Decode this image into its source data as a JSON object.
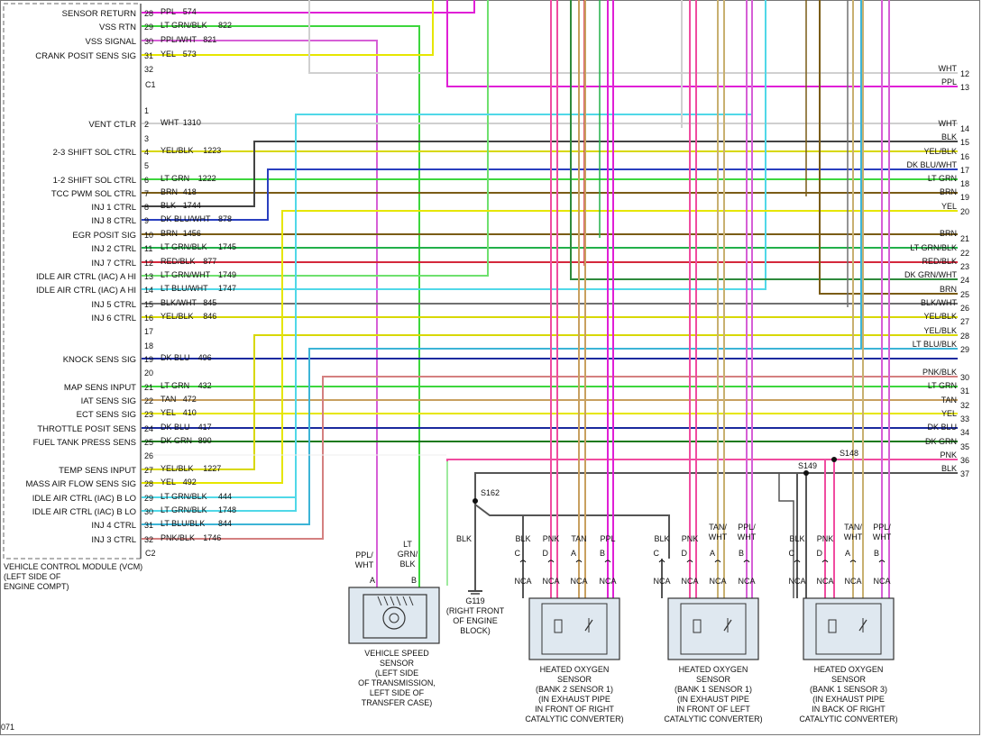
{
  "colors": {
    "PPL": "#e01fd6",
    "LT GRN": "#3dd63d",
    "PPL/WHT": "#d65fd6",
    "YEL": "#e6e600",
    "WHT": "#c8c8c8",
    "YEL/BLK": "#d8d800",
    "BLK": "#404040",
    "BRN": "#7a5c16",
    "DK BLU/WHT": "#2a3fbf",
    "BRN2": "#8a6a1a",
    "LT GRN/BLK": "#22b04a",
    "RED/BLK": "#d4283c",
    "LT GRN/WHT": "#6ee06e",
    "LT BLU/WHT": "#50d8e8",
    "BLK/WHT": "#707070",
    "DK BLU": "#1a2a9e",
    "TAN": "#c8a060",
    "DK GRN": "#1a7a1a",
    "LT BLU/BLK": "#3cb4d6",
    "PNK/BLK": "#d48080",
    "PNK": "#f04ca0",
    "DK GRN/WHT": "#2e8a3c",
    "TAN/WHT": "#c8b070"
  },
  "vcm": {
    "label_lines": [
      "VEHICLE CONTROL MODULE (VCM)",
      "(LEFT SIDE OF",
      "ENGINE COMPT)"
    ],
    "connector_c1": "C1",
    "connector_c2": "C2"
  },
  "c1_pins": [
    {
      "pin": "28",
      "name": "SENSOR RETURN",
      "color": "PPL",
      "circuit": "574"
    },
    {
      "pin": "29",
      "name": "VSS RTN",
      "color": "LT GRN/BLK",
      "circuit": "822"
    },
    {
      "pin": "30",
      "name": "VSS SIGNAL",
      "color": "PPL/WHT",
      "circuit": "821"
    },
    {
      "pin": "31",
      "name": "CRANK POSIT SENS SIG",
      "color": "YEL",
      "circuit": "573"
    },
    {
      "pin": "32",
      "name": "",
      "color": "",
      "circuit": ""
    }
  ],
  "c2_pins": [
    {
      "pin": "1",
      "name": "",
      "color": "",
      "circuit": ""
    },
    {
      "pin": "2",
      "name": "VENT CTLR",
      "color": "WHT",
      "circuit": "1310"
    },
    {
      "pin": "3",
      "name": "",
      "color": "",
      "circuit": ""
    },
    {
      "pin": "4",
      "name": "2-3 SHIFT SOL CTRL",
      "color": "YEL/BLK",
      "circuit": "1223"
    },
    {
      "pin": "5",
      "name": "",
      "color": "",
      "circuit": ""
    },
    {
      "pin": "6",
      "name": "1-2 SHIFT SOL CTRL",
      "color": "LT GRN",
      "circuit": "1222"
    },
    {
      "pin": "7",
      "name": "TCC PWM SOL CTRL",
      "color": "BRN",
      "circuit": "418"
    },
    {
      "pin": "8",
      "name": "INJ 1 CTRL",
      "color": "BLK",
      "circuit": "1744"
    },
    {
      "pin": "9",
      "name": "INJ 8 CTRL",
      "color": "DK BLU/WHT",
      "circuit": "878"
    },
    {
      "pin": "10",
      "name": "EGR POSIT SIG",
      "color": "BRN",
      "circuit": "1456"
    },
    {
      "pin": "11",
      "name": "INJ 2 CTRL",
      "color": "LT GRN/BLK",
      "circuit": "1745"
    },
    {
      "pin": "12",
      "name": "INJ 7 CTRL",
      "color": "RED/BLK",
      "circuit": "877"
    },
    {
      "pin": "13",
      "name": "IDLE AIR CTRL (IAC) A HI",
      "color": "LT GRN/WHT",
      "circuit": "1749"
    },
    {
      "pin": "14",
      "name": "IDLE AIR CTRL (IAC) A HI",
      "color": "LT BLU/WHT",
      "circuit": "1747"
    },
    {
      "pin": "15",
      "name": "INJ 5 CTRL",
      "color": "BLK/WHT",
      "circuit": "845"
    },
    {
      "pin": "16",
      "name": "INJ 6 CTRL",
      "color": "YEL/BLK",
      "circuit": "846"
    },
    {
      "pin": "17",
      "name": "",
      "color": "",
      "circuit": ""
    },
    {
      "pin": "18",
      "name": "",
      "color": "",
      "circuit": ""
    },
    {
      "pin": "19",
      "name": "KNOCK SENS SIG",
      "color": "DK BLU",
      "circuit": "496"
    },
    {
      "pin": "20",
      "name": "",
      "color": "",
      "circuit": ""
    },
    {
      "pin": "21",
      "name": "MAP SENS INPUT",
      "color": "LT GRN",
      "circuit": "432"
    },
    {
      "pin": "22",
      "name": "IAT SENS SIG",
      "color": "TAN",
      "circuit": "472"
    },
    {
      "pin": "23",
      "name": "ECT SENS SIG",
      "color": "YEL",
      "circuit": "410"
    },
    {
      "pin": "24",
      "name": "THROTTLE POSIT SENS",
      "color": "DK BLU",
      "circuit": "417"
    },
    {
      "pin": "25",
      "name": "FUEL TANK PRESS SENS",
      "color": "DK GRN",
      "circuit": "890"
    },
    {
      "pin": "26",
      "name": "",
      "color": "",
      "circuit": ""
    },
    {
      "pin": "27",
      "name": "TEMP SENS INPUT",
      "color": "YEL/BLK",
      "circuit": "1227"
    },
    {
      "pin": "28",
      "name": "MASS AIR FLOW SENS SIG",
      "color": "YEL",
      "circuit": "492"
    },
    {
      "pin": "29",
      "name": "IDLE AIR CTRL (IAC) B LO",
      "color": "LT GRN/BLK",
      "circuit": "444"
    },
    {
      "pin": "30",
      "name": "IDLE AIR CTRL (IAC) B LO",
      "color": "LT GRN/BLK",
      "circuit": "1748"
    },
    {
      "pin": "31",
      "name": "INJ 4 CTRL",
      "color": "LT BLU/BLK",
      "circuit": "844"
    },
    {
      "pin": "32",
      "name": "INJ 3 CTRL",
      "color": "PNK/BLK",
      "circuit": "1746"
    }
  ],
  "right_wires": [
    {
      "num": "12",
      "label": "WHT"
    },
    {
      "num": "13",
      "label": "PPL"
    },
    {
      "num": "14",
      "label": "WHT"
    },
    {
      "num": "15",
      "label": "BLK"
    },
    {
      "num": "16",
      "label": "YEL/BLK"
    },
    {
      "num": "17",
      "label": "DK BLU/WHT"
    },
    {
      "num": "18",
      "label": "LT GRN"
    },
    {
      "num": "19",
      "label": "BRN"
    },
    {
      "num": "20",
      "label": "YEL"
    },
    {
      "num": "21",
      "label": "BRN"
    },
    {
      "num": "22",
      "label": "LT GRN/BLK"
    },
    {
      "num": "23",
      "label": "RED/BLK"
    },
    {
      "num": "24",
      "label": "DK GRN/WHT"
    },
    {
      "num": "25",
      "label": "BRN"
    },
    {
      "num": "26",
      "label": "BLK/WHT"
    },
    {
      "num": "27",
      "label": "YEL/BLK"
    },
    {
      "num": "28",
      "label": "YEL/BLK"
    },
    {
      "num": "29",
      "label": "LT BLU/BLK"
    },
    {
      "num": "30",
      "label": "PNK/BLK"
    },
    {
      "num": "31",
      "label": "LT GRN"
    },
    {
      "num": "32",
      "label": "TAN"
    },
    {
      "num": "33",
      "label": "YEL"
    },
    {
      "num": "34",
      "label": "DK BLU"
    },
    {
      "num": "35",
      "label": "DK GRN"
    },
    {
      "num": "36",
      "label": "PNK"
    },
    {
      "num": "37",
      "label": "BLK"
    }
  ],
  "vss": {
    "wire_a_lines": [
      "PPL/",
      "WHT"
    ],
    "wire_b_lines": [
      "LT",
      "GRN/",
      "BLK"
    ],
    "pin_a": "A",
    "pin_b": "B",
    "label_lines": [
      "VEHICLE SPEED",
      "SENSOR",
      "(LEFT SIDE",
      "OF TRANSMISSION,",
      "LEFT SIDE OF",
      "TRANSFER CASE)"
    ]
  },
  "ground": {
    "splice": "S162",
    "wire": "BLK",
    "label_lines": [
      "G119",
      "(RIGHT FRONT",
      "OF ENGINE",
      "BLOCK)"
    ]
  },
  "splices": {
    "s149": "S149",
    "s148": "S148"
  },
  "o2_sensors": [
    {
      "wires": [
        [
          "BLK"
        ],
        [
          "PNK"
        ],
        [
          "TAN"
        ],
        [
          "PPL"
        ]
      ],
      "pins": [
        "C",
        "D",
        "A",
        "B"
      ],
      "nca": [
        "NCA",
        "NCA",
        "NCA",
        "NCA"
      ],
      "label_lines": [
        "HEATED OXYGEN",
        "SENSOR",
        "(BANK 2 SENSOR 1)",
        "(IN EXHAUST PIPE",
        "IN FRONT OF RIGHT",
        "CATALYTIC CONVERTER)"
      ]
    },
    {
      "wires": [
        [
          "BLK"
        ],
        [
          "PNK"
        ],
        [
          "TAN/",
          "WHT"
        ],
        [
          "PPL/",
          "WHT"
        ]
      ],
      "pins": [
        "C",
        "D",
        "A",
        "B"
      ],
      "nca": [
        "NCA",
        "NCA",
        "NCA",
        "NCA"
      ],
      "label_lines": [
        "HEATED OXYGEN",
        "SENSOR",
        "(BANK 1 SENSOR 1)",
        "(IN EXHAUST PIPE",
        "IN FRONT OF LEFT",
        "CATALYTIC CONVERTER)"
      ]
    },
    {
      "wires": [
        [
          "BLK"
        ],
        [
          "PNK"
        ],
        [
          "TAN/",
          "WHT"
        ],
        [
          "PPL/",
          "WHT"
        ]
      ],
      "pins": [
        "C",
        "D",
        "A",
        "B"
      ],
      "nca": [
        "NCA",
        "NCA",
        "NCA",
        "NCA"
      ],
      "label_lines": [
        "HEATED OXYGEN",
        "SENSOR",
        "(BANK 1 SENSOR 3)",
        "(IN EXHAUST PIPE",
        "IN BACK OF RIGHT",
        "CATALYTIC CONVERTER)"
      ]
    }
  ],
  "corner_id": "071"
}
